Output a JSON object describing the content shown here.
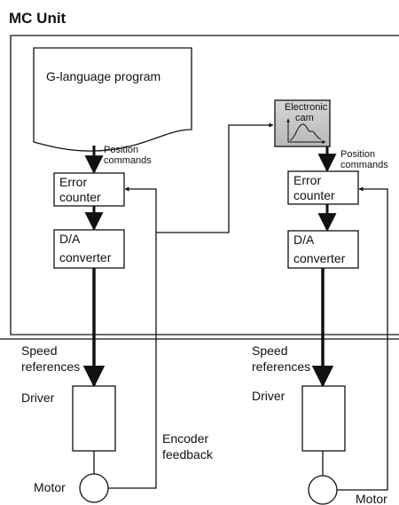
{
  "title": "MC Unit",
  "program_label": "G-language program",
  "position_commands": [
    "Position",
    "commands"
  ],
  "error_counter": [
    "Error",
    "counter"
  ],
  "da_converter": [
    "D/A",
    "converter"
  ],
  "electronic_cam": [
    "Electronic",
    "cam"
  ],
  "speed_references": [
    "Speed",
    "references"
  ],
  "driver": "Driver",
  "encoder_feedback": [
    "Encoder",
    "feedback"
  ],
  "motor": "Motor"
}
